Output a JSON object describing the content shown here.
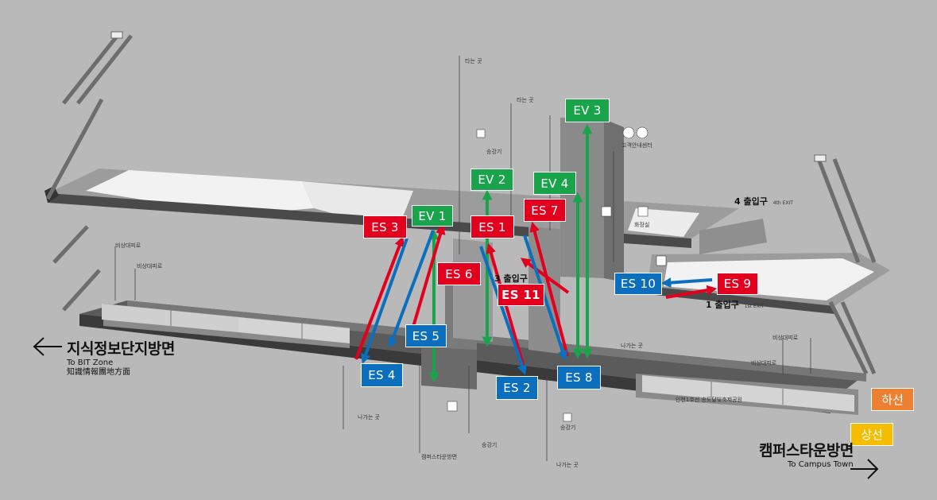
{
  "labels": {
    "ev1": "EV 1",
    "ev2": "EV 2",
    "ev3": "EV 3",
    "ev4": "EV 4",
    "es1": "ES 1",
    "es2": "ES 2",
    "es3": "ES 3",
    "es4": "ES 4",
    "es5": "ES 5",
    "es6": "ES 6",
    "es7": "ES 7",
    "es8": "ES 8",
    "es9": "ES 9",
    "es10": "ES 10",
    "es11": "ES 11"
  },
  "directions": {
    "left_ko": "지식정보단지방면",
    "left_en": "To BIT Zone",
    "left_cjk": "知識情報團地方面",
    "right_ko": "캠퍼스타운방면",
    "right_en": "To Campus Town"
  },
  "tracks": {
    "down": "하선",
    "up": "상선"
  },
  "exits": {
    "exit4_num": "4",
    "exit4_ko": "출입구",
    "exit4_en": "4th EXIT",
    "exit1_num": "1",
    "exit1_ko": "출입구",
    "exit1_en": "1st EXIT",
    "exit3_num": "3",
    "exit3_ko": "출입구"
  },
  "small_text": {
    "board": "타는 곳",
    "exit_way": "나가는 곳",
    "elevator": "승강기",
    "emergency": "비상대피로",
    "campus_side": "캠퍼스타운방면",
    "info_area": "고객안내센터",
    "restroom_w": "화장실",
    "platform_name": "인천1호선 송도달빛축제공원"
  },
  "colors": {
    "ev": "#19a44b",
    "es_up": "#e3001f",
    "es_down": "#0c6fbe",
    "down_tag": "#ee8131",
    "up_tag": "#f5bc00",
    "background": "#b9b9b9"
  }
}
